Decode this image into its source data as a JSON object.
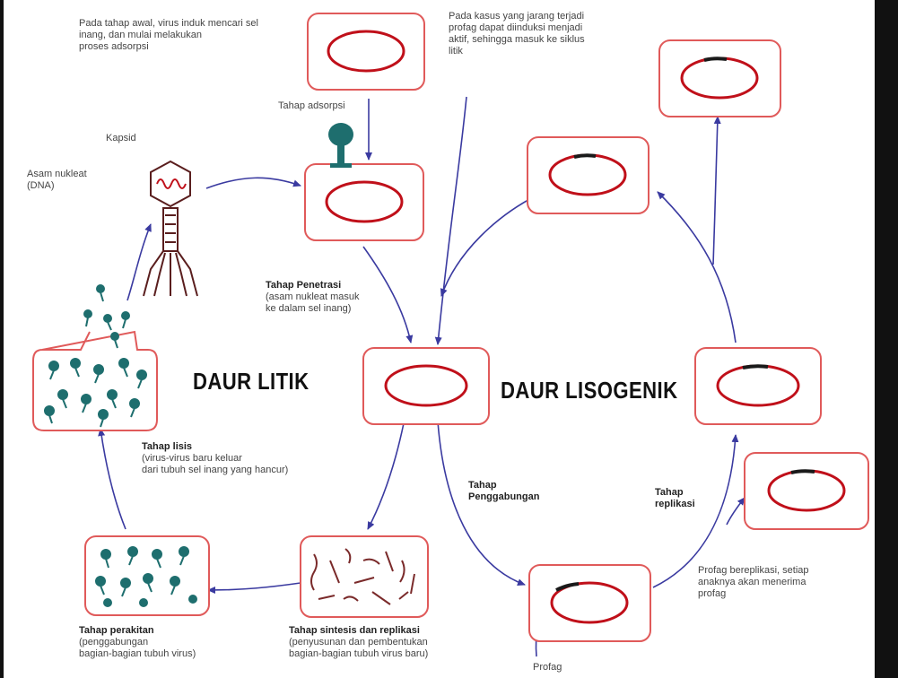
{
  "titles": {
    "lytic": "DAUR LITIK",
    "lysogenic": "DAUR LISOGENIK"
  },
  "labels": {
    "initial": [
      "Pada tahap awal, virus induk mencari sel",
      "inang, dan mulai melakukan",
      "proses adsorpsi"
    ],
    "induction": [
      "Pada kasus yang jarang terjadi",
      "profag dapat diinduksi menjadi",
      "aktif, sehingga masuk ke siklus",
      "litik"
    ],
    "adsorption": "Tahap adsorpsi",
    "capsid": "Kapsid",
    "nucleic_acid": [
      "Asam nukleat",
      "(DNA)"
    ],
    "penetration": {
      "title": "Tahap Penetrasi",
      "lines": [
        "(asam nukleat masuk",
        "ke dalam sel inang)"
      ]
    },
    "lysis": {
      "title": "Tahap lisis",
      "lines": [
        "(virus-virus baru keluar",
        "dari tubuh sel inang yang hancur)"
      ]
    },
    "assembly": {
      "title": "Tahap perakitan",
      "lines": [
        "(penggabungan",
        "bagian-bagian tubuh virus)"
      ]
    },
    "synthesis": {
      "title": "Tahap sintesis dan replikasi",
      "lines": [
        "(penyusunan dan pembentukan",
        "bagian-bagian tubuh virus baru)"
      ]
    },
    "integration": {
      "title": "Tahap",
      "lines": [
        "Penggabungan"
      ]
    },
    "replication": {
      "title": "Tahap",
      "lines": [
        "replikasi"
      ]
    },
    "prophage_replicated": [
      "Profag bereplikasi, setiap",
      "anaknya akan menerima",
      "profag"
    ],
    "prophage": "Profag"
  },
  "colors": {
    "cell_border": "#e05a5a",
    "dna": "#c0101a",
    "arrow": "#3a3aa0",
    "virus": "#1e6e6e",
    "phage": "#5a1e1e",
    "text": "#444444",
    "title": "#111111"
  }
}
